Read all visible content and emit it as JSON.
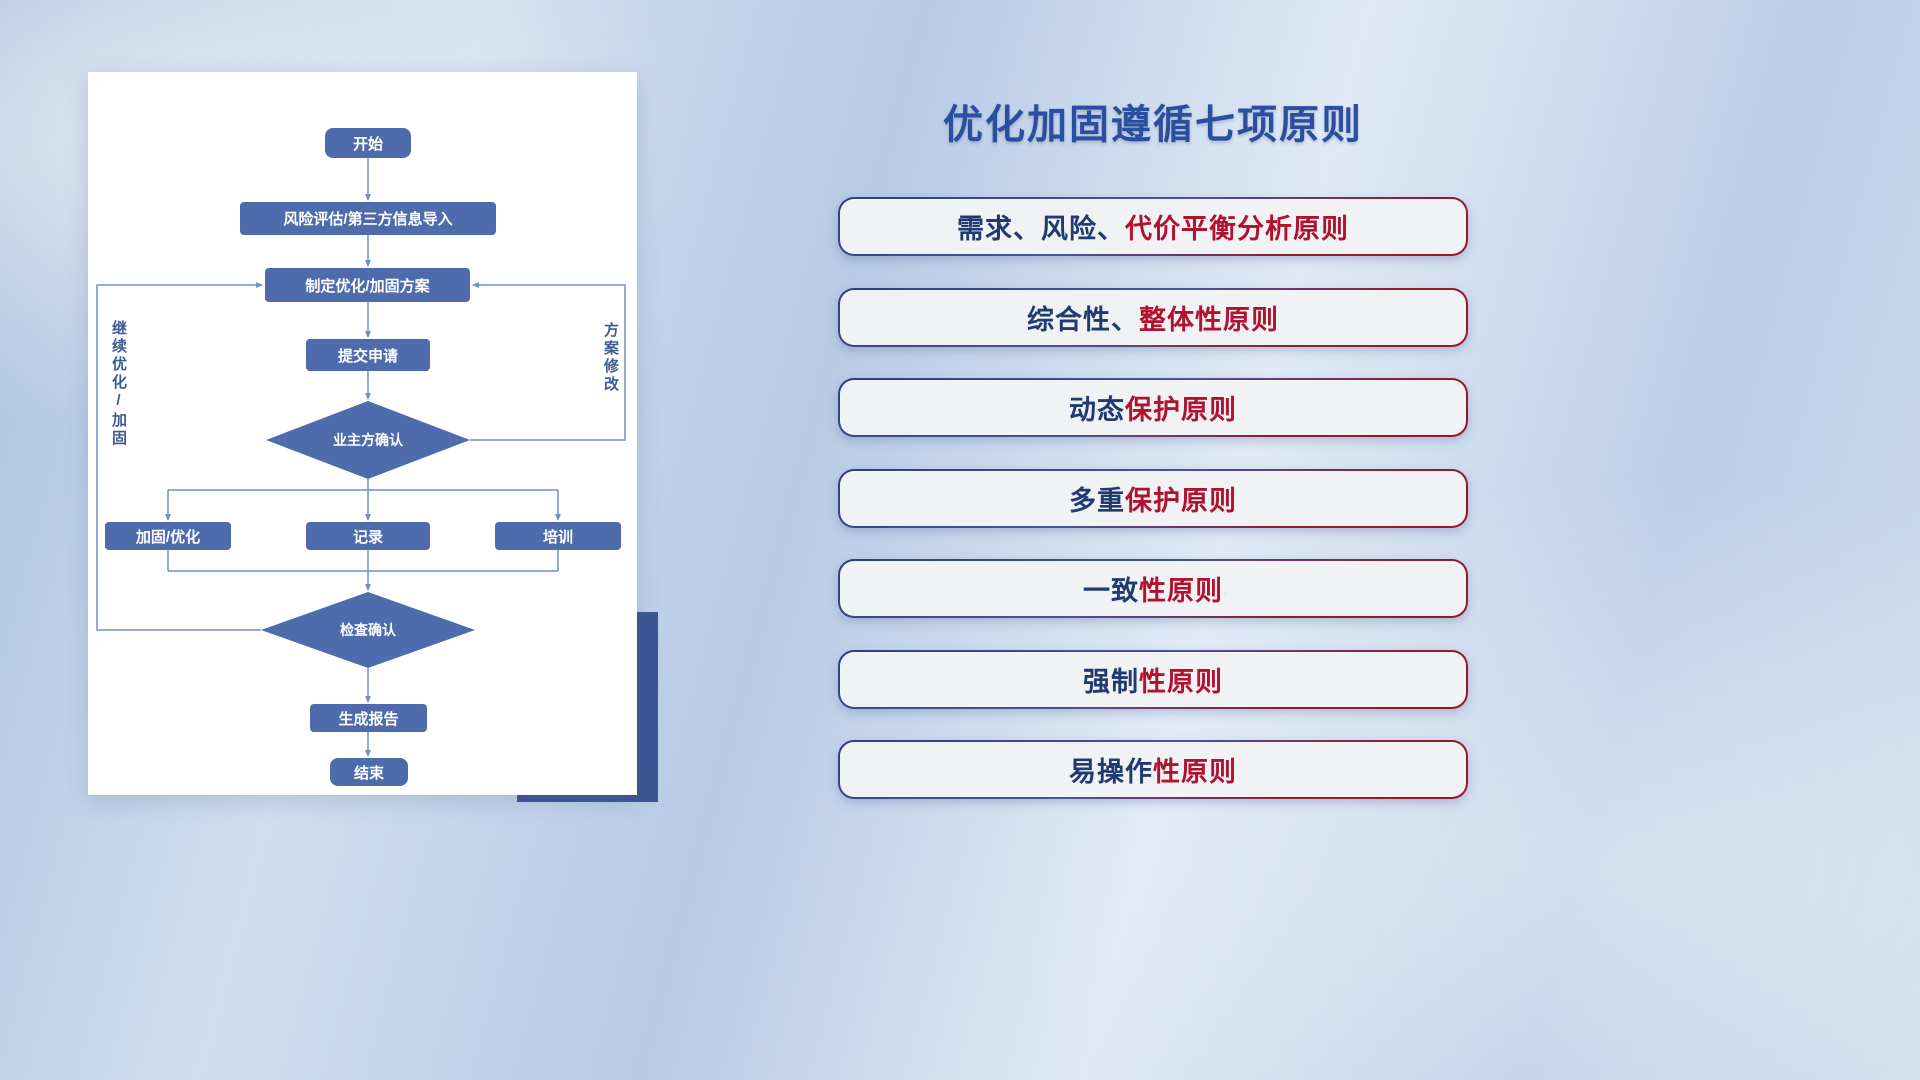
{
  "flowchart": {
    "nodes": {
      "start": "开始",
      "risk_import": "风险评估/第三方信息导入",
      "make_plan": "制定优化/加固方案",
      "submit": "提交申请",
      "owner_confirm": "业主方确认",
      "harden": "加固/优化",
      "record": "记录",
      "train": "培训",
      "check_confirm": "检查确认",
      "report": "生成报告",
      "end": "结束"
    },
    "edge_labels": {
      "continue_optimize": "继续优化/加固",
      "plan_revise": "方案修改"
    }
  },
  "panel": {
    "title": "优化加固遵循七项原则",
    "principles": [
      {
        "prefix": "需求、风险、",
        "suffix": "代价平衡分析原则"
      },
      {
        "prefix": "综合性、",
        "suffix": "整体性原则"
      },
      {
        "prefix": "动态",
        "suffix": "保护原则"
      },
      {
        "prefix": "多重",
        "suffix": "保护原则"
      },
      {
        "prefix": "一致",
        "suffix": "性原则"
      },
      {
        "prefix": "强制",
        "suffix": "性原则"
      },
      {
        "prefix": "易操作",
        "suffix": "性原则"
      }
    ]
  },
  "colors": {
    "node_fill": "#4e6bab",
    "connector": "#6e8fca",
    "title_blue": "#2b4fa0",
    "navy_text": "#203a72",
    "crimson_text": "#b01230",
    "slab": "#3d5794"
  }
}
